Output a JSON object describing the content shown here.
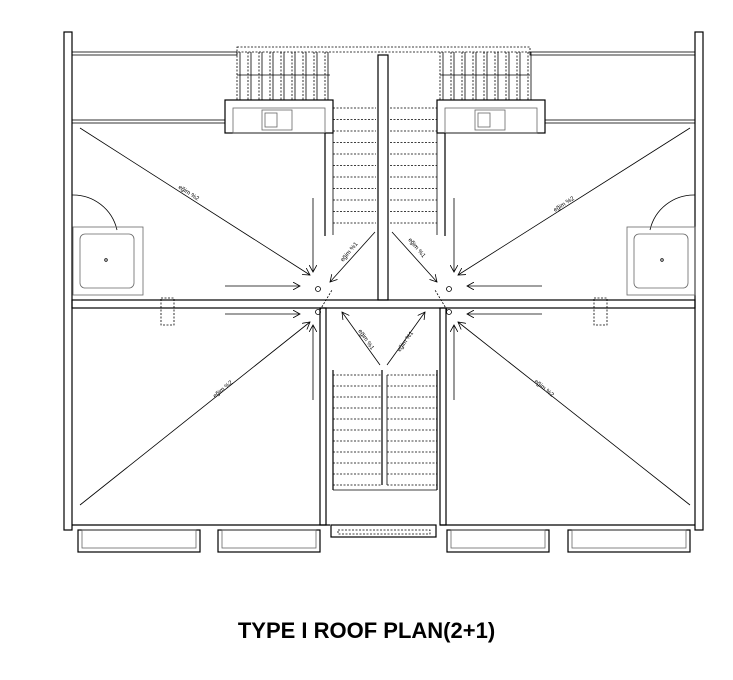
{
  "drawing": {
    "title": "TYPE I ROOF PLAN(2+1)",
    "slope_labels": {
      "top_left": "eğim %2",
      "top_right": "eğim %2",
      "bottom_left": "eğim %2",
      "bottom_right": "eğim %2",
      "stair_left": "eğim %1",
      "stair_right": "eğim %1",
      "center_left": "eğim %1",
      "center_right": "eğim %1"
    }
  }
}
